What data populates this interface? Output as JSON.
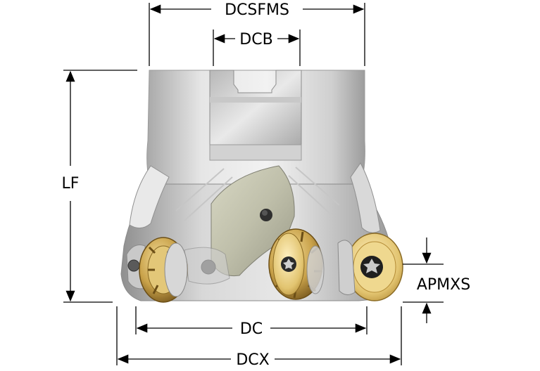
{
  "labels": {
    "dcsfms": "DCSFMS",
    "dcb": "DCB",
    "lf": "LF",
    "apmxs": "APMXS",
    "dc": "DC",
    "dcx": "DCX"
  },
  "colors": {
    "body_light": "#e4e4e4",
    "body_mid": "#bdbdbd",
    "body_dark": "#8f8f8f",
    "insert_gold": "#c9a24a",
    "insert_gold_dark": "#8a6a24",
    "screw": "#2a2a2a",
    "line": "#000000"
  },
  "icons": {
    "tool": "face-mill-cutter",
    "insert": "round-insert",
    "screw": "torx-screw"
  }
}
